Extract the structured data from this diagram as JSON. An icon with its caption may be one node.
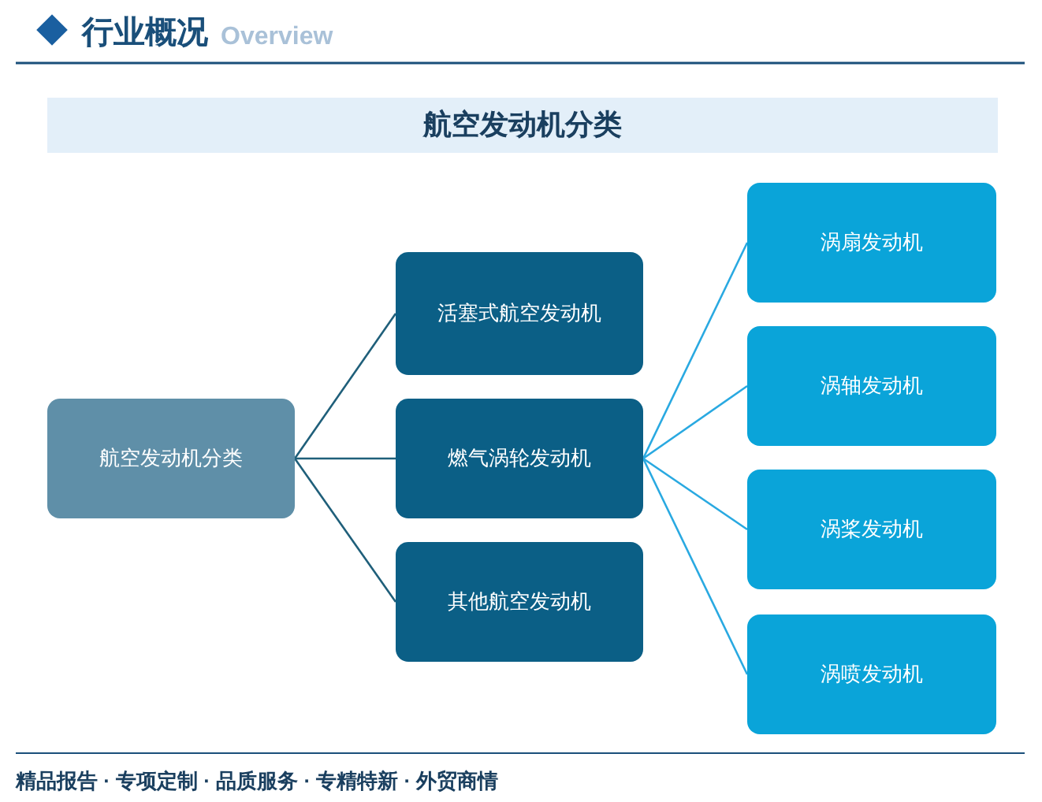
{
  "diagram": {
    "title": "航空发动机分类",
    "nodes": [
      {
        "text": [
          "航空发动机分类"
        ]
      },
      {
        "text": [
          "活塞式航空发动机"
        ]
      },
      {
        "text": [
          "燃气涡轮发动机"
        ]
      },
      {
        "text": [
          "其他航空发动机"
        ]
      },
      {
        "text": [
          "涡扇发动机"
        ]
      },
      {
        "text": [
          "涡轴发动机"
        ]
      },
      {
        "text": [
          "涡桨发动机"
        ]
      },
      {
        "text": [
          "涡喷发动机"
        ]
      }
    ],
    "edges": [
      {
        "from": 0,
        "to": 1,
        "arrow": "none",
        "color": "#1f5f7a"
      },
      {
        "from": 0,
        "to": 2,
        "arrow": "none",
        "color": "#1f5f7a"
      },
      {
        "from": 0,
        "to": 3,
        "arrow": "none",
        "color": "#1f5f7a"
      },
      {
        "from": 2,
        "to": 4,
        "arrow": "none",
        "color": "#29a9e1"
      },
      {
        "from": 2,
        "to": 5,
        "arrow": "none",
        "color": "#29a9e1"
      },
      {
        "from": 2,
        "to": 6,
        "arrow": "none",
        "color": "#29a9e1"
      },
      {
        "from": 2,
        "to": 7,
        "arrow": "none",
        "color": "#29a9e1"
      }
    ],
    "labels": [
      "行业概况",
      "Overview",
      "精品报告 · 专项定制 · 品质服务 · 专精特新 · 外贸商情"
    ]
  }
}
